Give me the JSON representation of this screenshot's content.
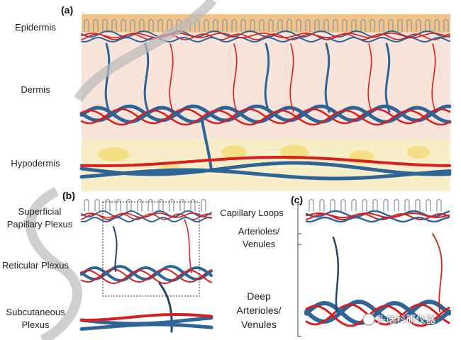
{
  "panels": {
    "a": "(a)",
    "b": "(b)",
    "c": "(c)"
  },
  "layers_a": {
    "epidermis": "Epidermis",
    "dermis": "Dermis",
    "hypodermis": "Hypodermis"
  },
  "layers_b": {
    "superficial": "Superficial Papillary Plexus",
    "reticular": "Reticular Plexus",
    "subcutaneous": "Subcutaneous Plexus"
  },
  "layers_c": {
    "capillary": "Capillary Loops",
    "arterioles": "Arterioles/ Venules",
    "deep": "Deep Arterioles/ Venules"
  },
  "watermark": "头端科研仪器",
  "colors": {
    "artery": "#d81e1e",
    "vein": "#2f6496",
    "epidermis": "#f2c48a",
    "dermis": "#f8e4da",
    "hypodermis": "#f8efc8"
  }
}
